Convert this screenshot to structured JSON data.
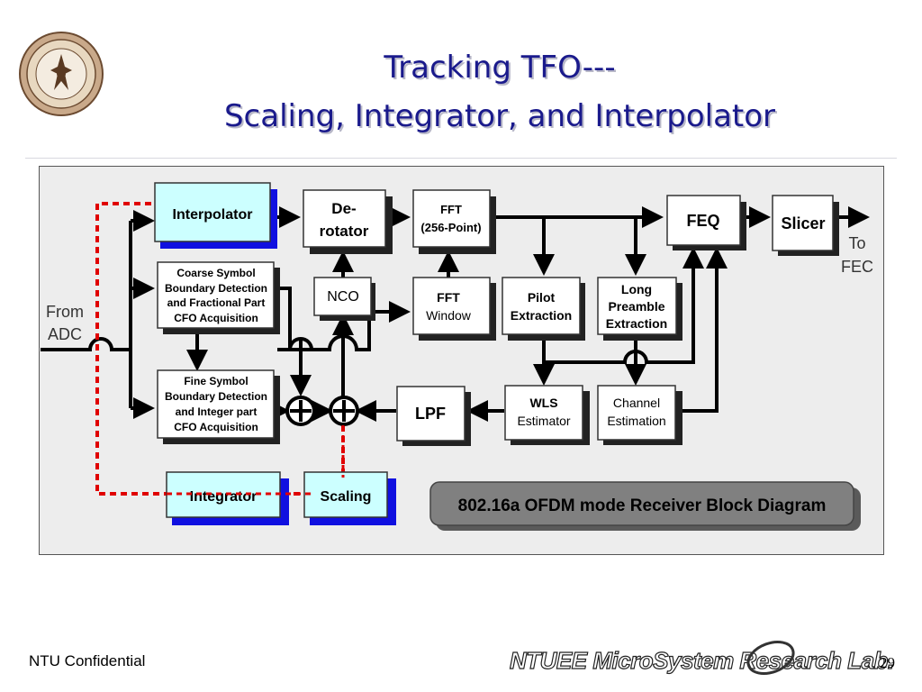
{
  "slide": {
    "title_line1": "Tracking TFO---",
    "title_line2": "Scaling, Integrator, and Interpolator",
    "footer_left": "NTU Confidential",
    "page_number": "29",
    "logo_text": "NTUEE MicroSystem Research Lab."
  },
  "diagram": {
    "input_label_1": "From",
    "input_label_2": "ADC",
    "output_label_1": "To",
    "output_label_2": "FEC",
    "caption": "802.16a OFDM mode Receiver Block Diagram",
    "blocks": {
      "interpolator": "Interpolator",
      "derotator_1": "De-",
      "derotator_2": "rotator",
      "fft_1": "FFT",
      "fft_2": "(256-Point)",
      "feq": "FEQ",
      "slicer": "Slicer",
      "coarse_1": "Coarse Symbol",
      "coarse_2": "Boundary Detection",
      "coarse_3": "and Fractional Part",
      "coarse_4": "CFO Acquisition",
      "nco": "NCO",
      "fft_window_1": "FFT",
      "fft_window_2": "Window",
      "pilot_1": "Pilot",
      "pilot_2": "Extraction",
      "long_1": "Long",
      "long_2": "Preamble",
      "long_3": "Extraction",
      "fine_1": "Fine Symbol",
      "fine_2": "Boundary Detection",
      "fine_3": "and Integer part",
      "fine_4": "CFO Acquisition",
      "lpf": "LPF",
      "wls_1": "WLS",
      "wls_2": "Estimator",
      "channel_1": "Channel",
      "channel_2": "Estimation",
      "integrator": "Integrator",
      "scaling": "Scaling"
    }
  },
  "colors": {
    "title": "#1a1a8c",
    "highlight_block": "#ccffff",
    "block_shadow_blue": "#1010e0",
    "feedback_dash": "#e00000"
  }
}
